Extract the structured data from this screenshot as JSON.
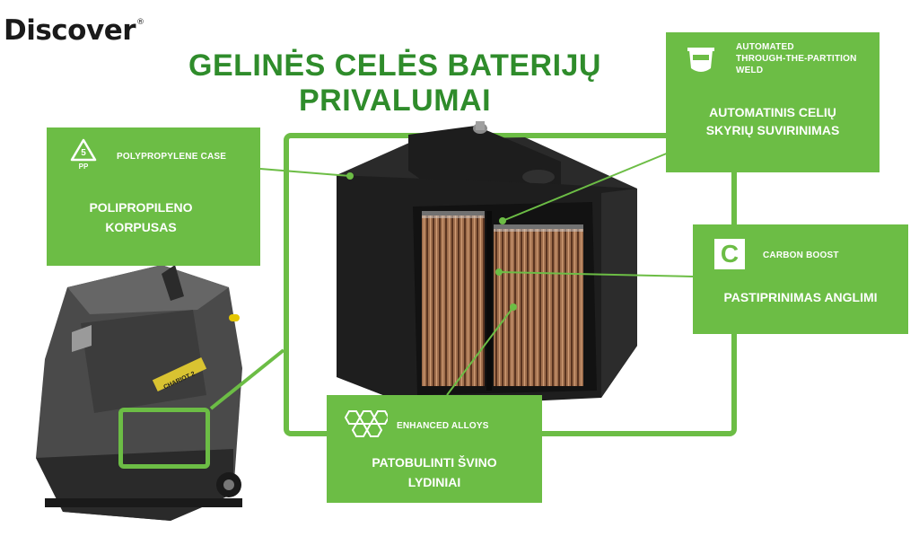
{
  "logo": {
    "text": "Discover",
    "mark": "®"
  },
  "title": {
    "line1": "GELINĖS CELĖS BATERIJŲ",
    "line2": "PRIVALUMAI"
  },
  "features": {
    "case": {
      "icon": "recycle-pp-icon",
      "recycle_number": "5",
      "recycle_code": "PP",
      "tag": "POLYPROPYLENE CASE",
      "line1": "POLIPROPILENO",
      "line2": "KORPUSAS"
    },
    "weld": {
      "icon": "weld-helmet-icon",
      "tag_line1": "AUTOMATED",
      "tag_line2": "THROUGH-THE-PARTITION",
      "tag_line3": "WELD",
      "line1": "AUTOMATINIS CELIŲ",
      "line2": "SKYRIŲ SUVIRINIMAS"
    },
    "carbon": {
      "icon": "carbon-c-icon",
      "icon_letter": "C",
      "tag": "CARBON BOOST",
      "line1": "PASTIPRINIMAS ANGLIMI"
    },
    "alloys": {
      "icon": "hexagon-alloy-icon",
      "tag": "ENHANCED ALLOYS",
      "line1": "PATOBULINTI ŠVINO",
      "line2": "LYDINIAI"
    }
  },
  "machine": {
    "badge": "CHARIOT 2"
  },
  "colors": {
    "accent_green": "#6cbd45",
    "title_green": "#2f8c2b"
  }
}
